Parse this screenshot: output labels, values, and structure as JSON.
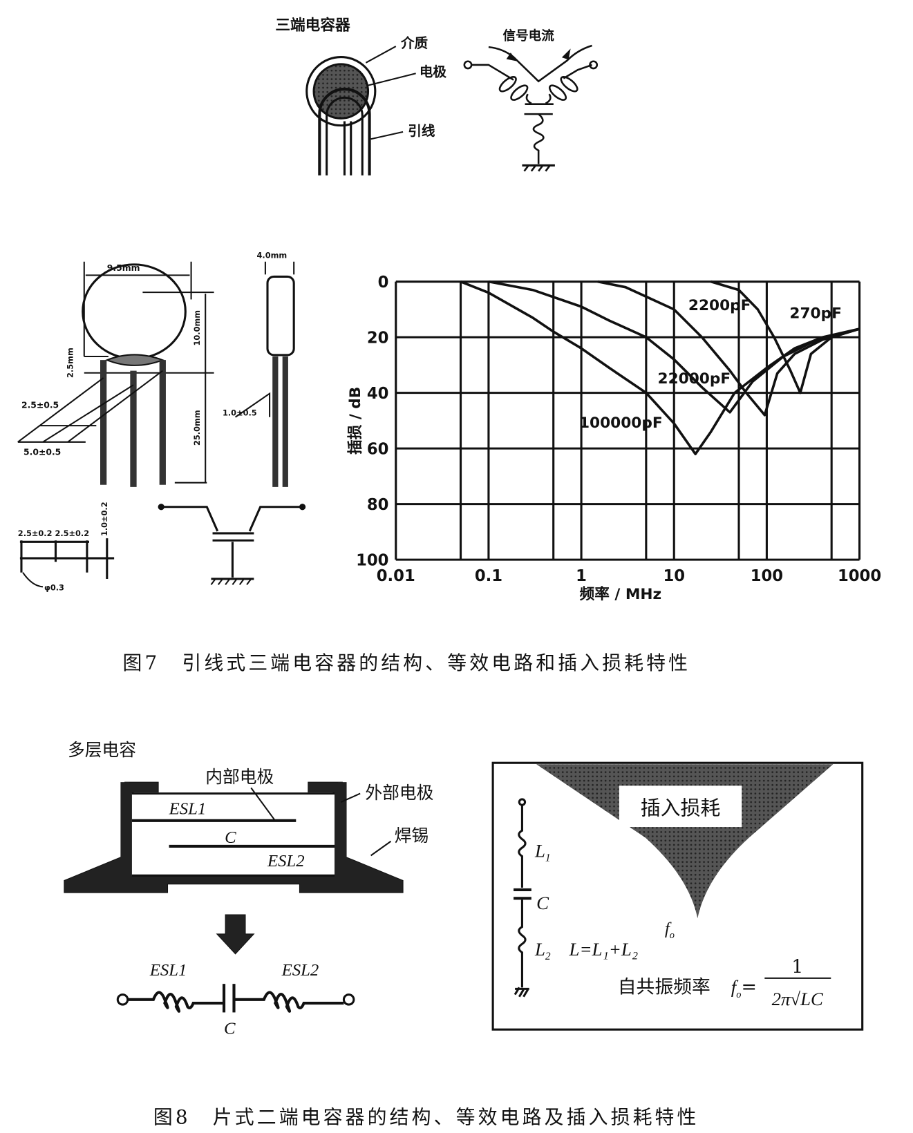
{
  "fig7": {
    "structure": {
      "title": "三端电容器",
      "label_dielectric": "介质",
      "label_electrode": "电极",
      "label_lead": "引线",
      "signal_label": "信号电流"
    },
    "dimensions": {
      "width": "9.5mm",
      "thickness": "4.0mm",
      "body_height": "10.0mm",
      "lead_length": "25.0mm",
      "seat": "2.5mm",
      "pitch_a": "2.5±0.5",
      "pitch_b": "5.0±0.5",
      "lead_gap": "1.0±0.5",
      "hole_pitch": "2.5±0.2 2.5±0.2",
      "hole_offset": "1.0±0.2",
      "hole_dia": "φ0.3"
    },
    "caption": "图7　引线式三端电容器的结构、等效电路和插入损耗特性"
  },
  "chart_data": {
    "type": "line",
    "title": "",
    "xlabel": "频率 / MHz",
    "ylabel": "插损 / dB",
    "xscale": "log",
    "xlim": [
      0.01,
      1000
    ],
    "ylim": [
      0,
      100
    ],
    "y_inverted": true,
    "grid": true,
    "xticks": [
      "0.01",
      "0.1",
      "1",
      "10",
      "100",
      "1000"
    ],
    "yticks": [
      "0",
      "20",
      "40",
      "60",
      "80",
      "100"
    ],
    "series": [
      {
        "name": "100000pF",
        "x": [
          0.05,
          0.1,
          0.3,
          0.5,
          1,
          2,
          5,
          10,
          17,
          25,
          45,
          100,
          200,
          400,
          1000
        ],
        "y": [
          0,
          4,
          13,
          18,
          24,
          31,
          40,
          51,
          62,
          54,
          40,
          31,
          24,
          20,
          17
        ]
      },
      {
        "name": "22000pF",
        "x": [
          0.1,
          0.3,
          1,
          2,
          5,
          10,
          20,
          40,
          70,
          150,
          300,
          500,
          1000
        ],
        "y": [
          0,
          3,
          9,
          14,
          20,
          28,
          38,
          47,
          36,
          27,
          22,
          20,
          17
        ]
      },
      {
        "name": "2200pF",
        "x": [
          1.5,
          3,
          10,
          20,
          40,
          60,
          80,
          95,
          130,
          200,
          450,
          1000
        ],
        "y": [
          0,
          2,
          10,
          20,
          32,
          40,
          45,
          48,
          33,
          26,
          20,
          17
        ]
      },
      {
        "name": "270pF",
        "x": [
          25,
          50,
          80,
          120,
          180,
          230,
          300,
          500,
          1000
        ],
        "y": [
          0,
          3,
          10,
          20,
          32,
          40,
          26,
          20,
          17
        ]
      }
    ]
  },
  "fig8": {
    "title": "多层电容",
    "label_inner_electrode": "内部电极",
    "label_outer_electrode": "外部电极",
    "label_solder": "焊锡",
    "esl1": "ESL1",
    "esl2": "ESL2",
    "c": "C",
    "box": {
      "insertion_loss": "插入损耗",
      "l1": "L",
      "l1_sub": "1",
      "c": "C",
      "l2": "L",
      "l2_sub": "2",
      "sum_formula": "L=L₁+L₂",
      "f0": "f",
      "f0_sub": "o",
      "resonance_label": "自共振频率",
      "formula_lhs": "f",
      "formula_sub": "o",
      "formula_eq": "=",
      "formula_num": "1",
      "formula_den": "2π√LC"
    },
    "caption": "图8　片式二端电容器的结构、等效电路及插入损耗特性"
  }
}
